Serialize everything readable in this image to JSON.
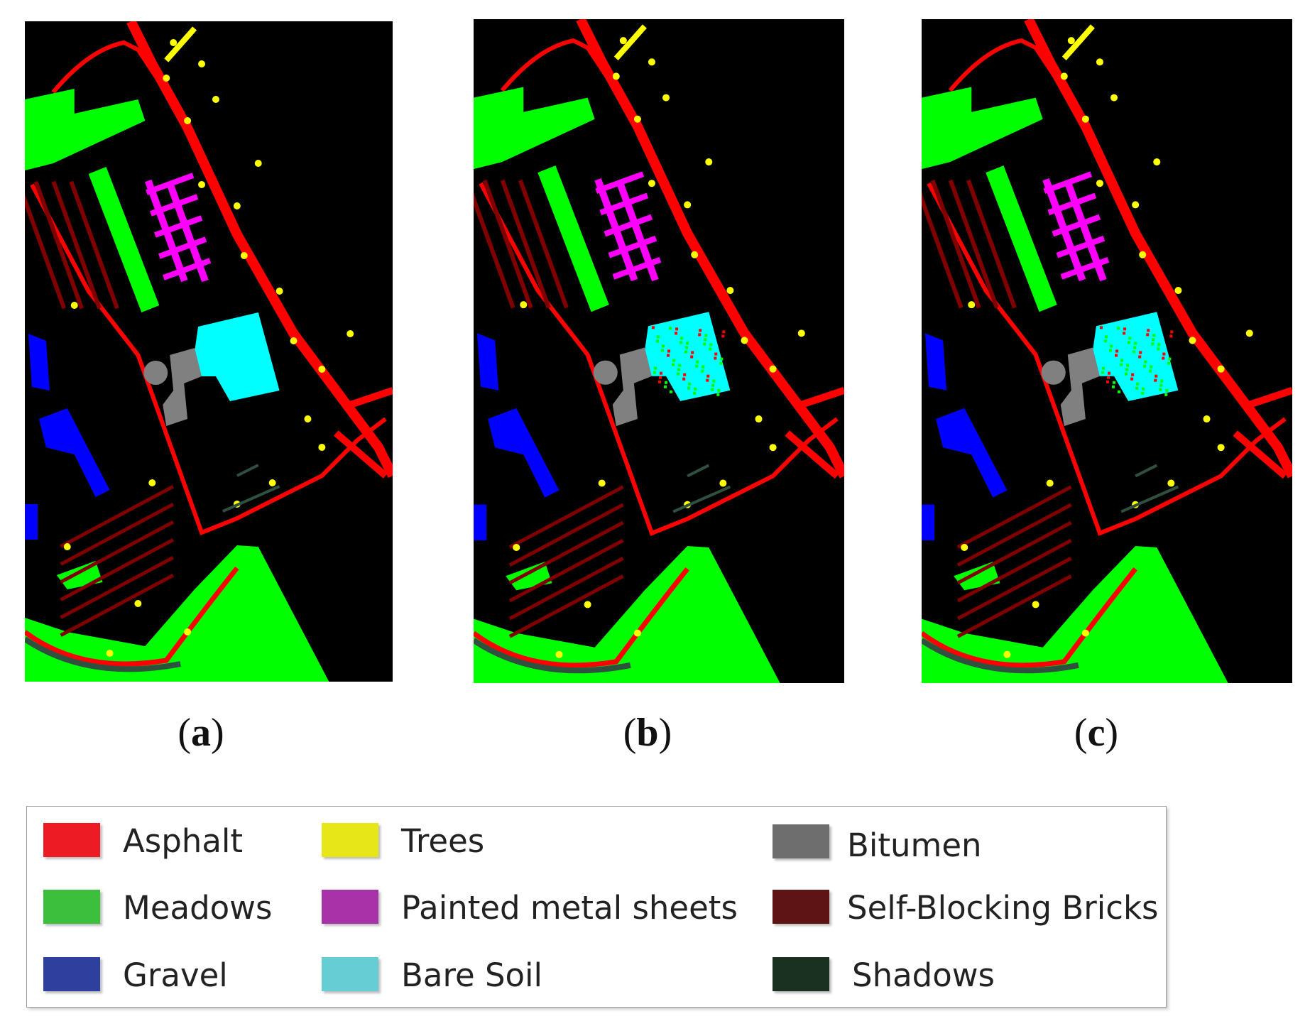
{
  "panels": [
    {
      "caption": "a",
      "variant": "ground-truth"
    },
    {
      "caption": "b",
      "variant": "classified-noisy"
    },
    {
      "caption": "c",
      "variant": "classified"
    }
  ],
  "legend": {
    "items": [
      {
        "label": "Asphalt",
        "color": "#ec1c24"
      },
      {
        "label": "Meadows",
        "color": "#3cbf3c"
      },
      {
        "label": "Gravel",
        "color": "#2e3f9e"
      },
      {
        "label": "Trees",
        "color": "#e6e619"
      },
      {
        "label": "Painted metal sheets",
        "color": "#a832a8"
      },
      {
        "label": "Bare Soil",
        "color": "#66cdd4"
      },
      {
        "label": "Bitumen",
        "color": "#6e6e6e"
      },
      {
        "label": "Self-Blocking Bricks",
        "color": "#5e1414"
      },
      {
        "label": "Shadows",
        "color": "#1a3020"
      }
    ]
  },
  "map_colors": {
    "asphalt": "#ff0000",
    "meadows": "#00ff00",
    "gravel": "#0000ff",
    "trees": "#ffff00",
    "painted": "#ff00ff",
    "soil": "#00ffff",
    "bitumen": "#808080",
    "bricks": "#800000",
    "shadows": "#2f4f3f"
  }
}
